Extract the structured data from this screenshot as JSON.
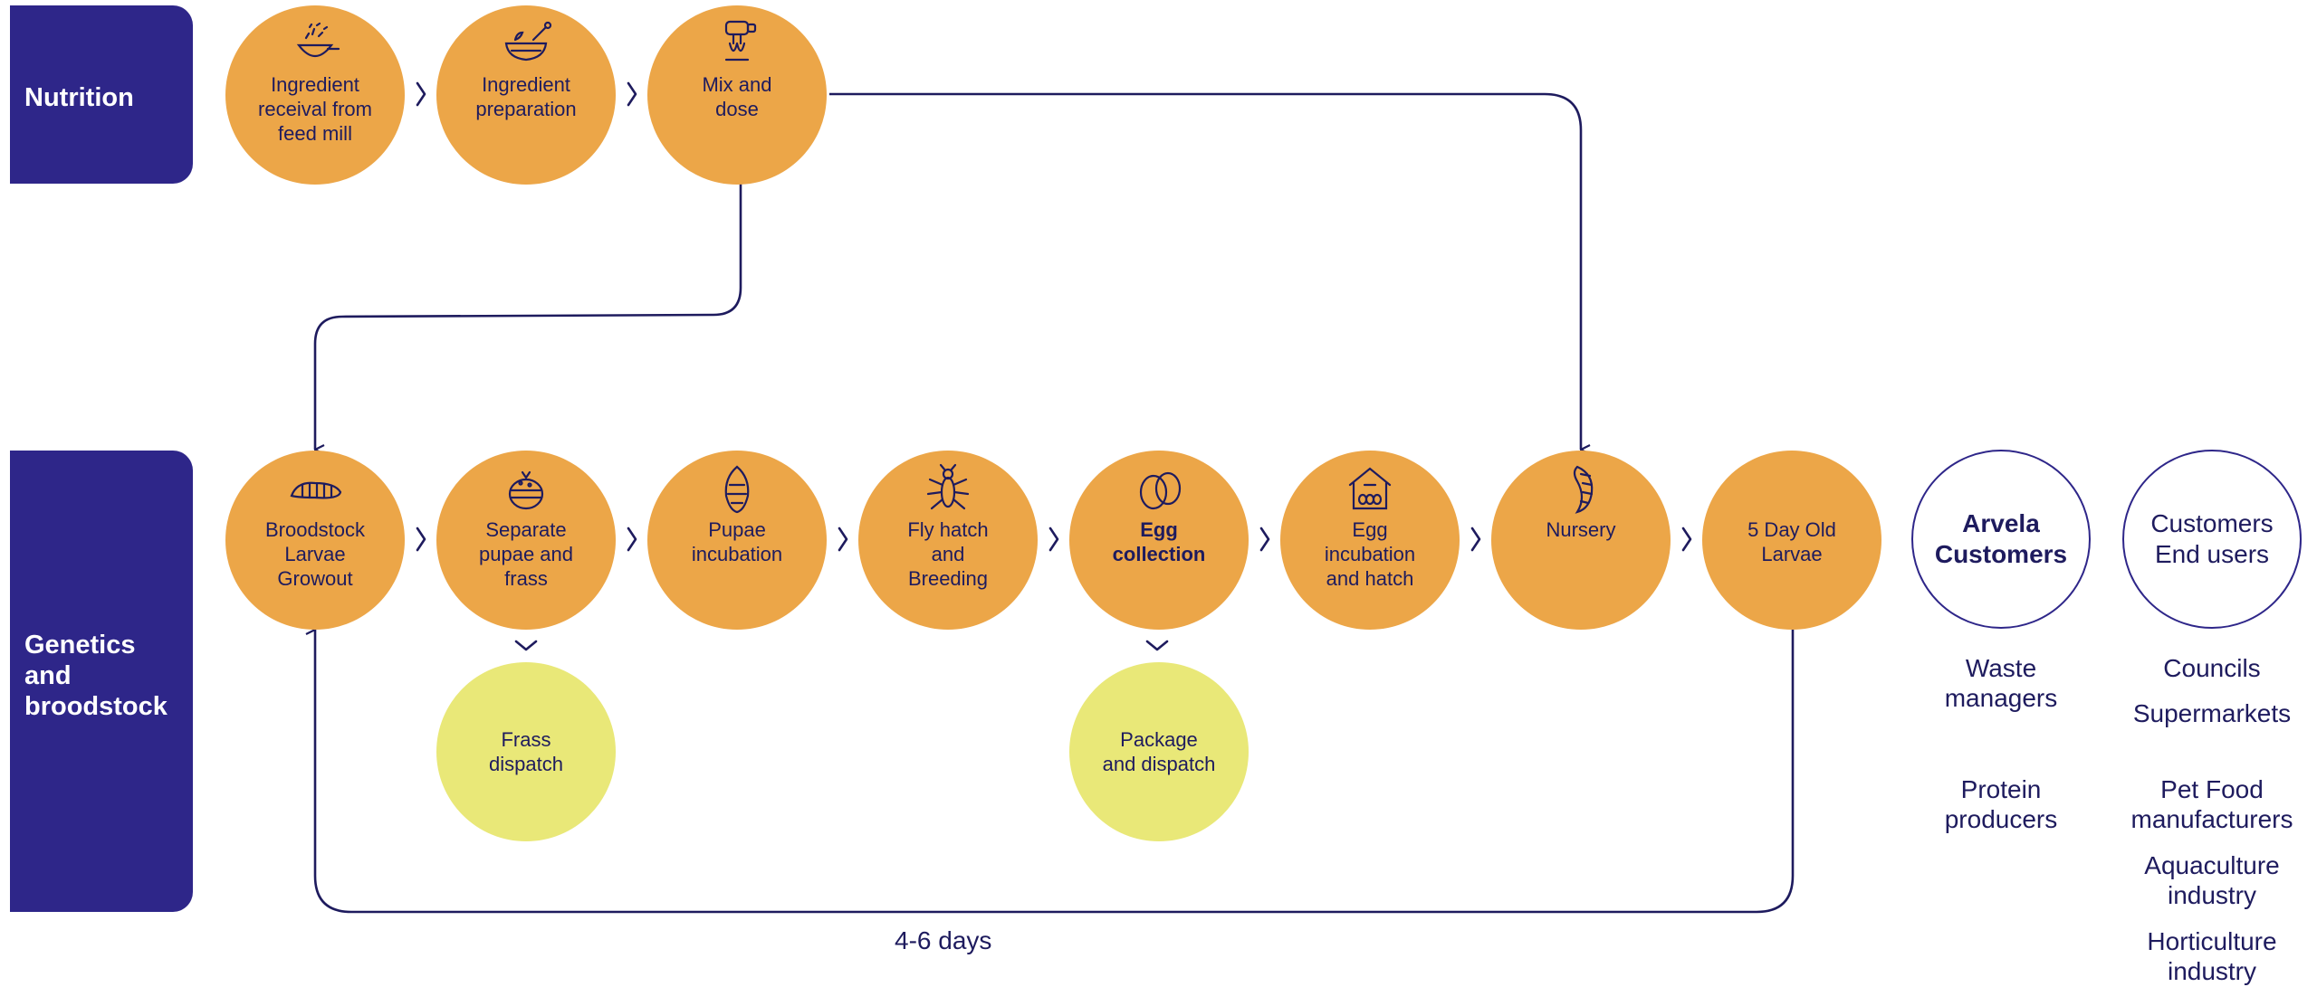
{
  "lanes": {
    "nutrition": "Nutrition",
    "genetics": "Genetics\nand\nbroodstock"
  },
  "nutrition_steps": [
    {
      "label": "Ingredient\nreceival from\nfeed mill",
      "icon": "ingredients-bowl-icon"
    },
    {
      "label": "Ingredient\npreparation",
      "icon": "mortar-bowl-icon"
    },
    {
      "label": "Mix and\ndose",
      "icon": "mixer-icon"
    }
  ],
  "broodstock_steps": [
    {
      "label": "Broodstock\nLarvae\nGrowout",
      "icon": "larva-icon"
    },
    {
      "label": "Separate\npupae and\nfrass",
      "icon": "pupa-sorting-icon"
    },
    {
      "label": "Pupae\nincubation",
      "icon": "pupa-icon"
    },
    {
      "label": "Fly hatch\nand\nBreeding",
      "icon": "fly-icon"
    },
    {
      "label": "Egg\ncollection",
      "icon": "eggs-icon"
    },
    {
      "label": "Egg\nincubation\nand hatch",
      "icon": "incubator-icon"
    },
    {
      "label": "Nursery",
      "icon": "shrimp-larva-icon"
    },
    {
      "label": "5 Day Old\nLarvae",
      "icon": ""
    }
  ],
  "dispatch": {
    "frass": "Frass\ndispatch",
    "package": "Package\nand dispatch"
  },
  "customers": {
    "arvela": "Arvela\nCustomers",
    "end_users": "Customers\nEnd users"
  },
  "arvela_list": [
    "Waste\nmanagers",
    "Protein\nproducers"
  ],
  "end_user_list": [
    "Councils",
    "Supermarkets",
    "Pet Food\nmanufacturers",
    "Aquaculture\nindustry",
    "Horticulture\nindustry"
  ],
  "cycle_label": "4-6 days",
  "colors": {
    "lane": "#2e2689",
    "step": "#eca648",
    "dispatch": "#e9e878",
    "line": "#1e1b5e"
  }
}
